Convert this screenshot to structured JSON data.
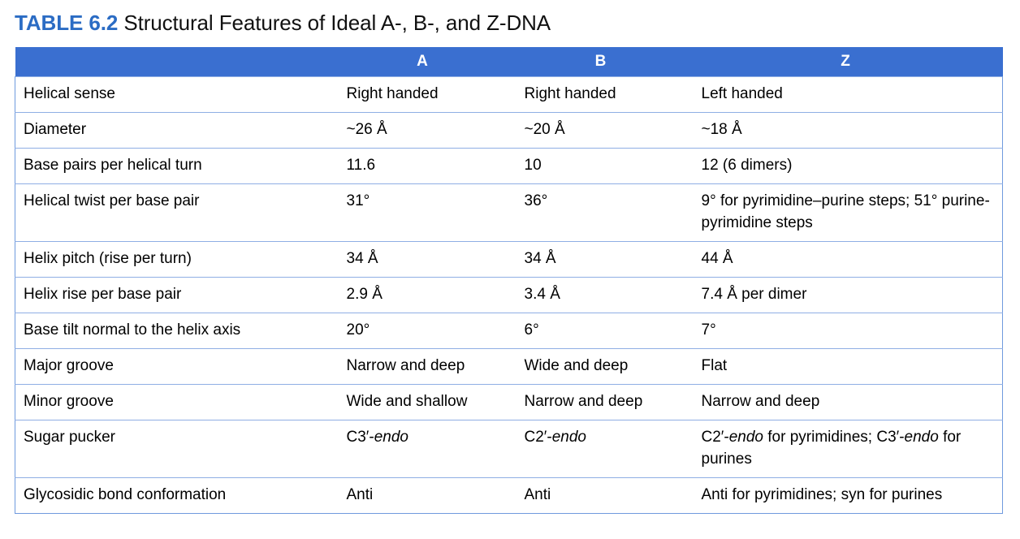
{
  "caption": {
    "label": "TABLE 6.2",
    "text": " Structural Features of Ideal A-, B-, and Z-DNA",
    "label_color": "#2b6cc4"
  },
  "colors": {
    "header_blue": "#3a6fd0",
    "border_blue": "#8faee4",
    "text_black": "#000000"
  },
  "table": {
    "columns": [
      {
        "key": "feature",
        "label": ""
      },
      {
        "key": "a",
        "label": "A"
      },
      {
        "key": "b",
        "label": "B"
      },
      {
        "key": "z",
        "label": "Z"
      }
    ],
    "rows": [
      {
        "feature": "Helical sense",
        "a": "Right handed",
        "b": "Right handed",
        "z": "Left handed"
      },
      {
        "feature": "Diameter",
        "a": "~26 Å",
        "b": "~20 Å",
        "z": "~18 Å"
      },
      {
        "feature": "Base pairs per helical turn",
        "a": "11.6",
        "b": "10",
        "z": "12 (6 dimers)"
      },
      {
        "feature": "Helical twist per base pair",
        "a": "31°",
        "b": "36°",
        "z": "9° for pyrimidine–purine steps; 51° purine-pyrimidine steps"
      },
      {
        "feature": "Helix pitch (rise per turn)",
        "a": "34 Å",
        "b": "34 Å",
        "z": "44 Å"
      },
      {
        "feature": "Helix rise per base pair",
        "a": "2.9 Å",
        "b": "3.4 Å",
        "z": "7.4 Å per dimer"
      },
      {
        "feature": "Base tilt normal to the helix axis",
        "a": "20°",
        "b": "6°",
        "z": "7°"
      },
      {
        "feature": "Major groove",
        "a": "Narrow and deep",
        "b": "Wide and deep",
        "z": "Flat"
      },
      {
        "feature": "Minor groove",
        "a": "Wide and shallow",
        "b": "Narrow and deep",
        "z": "Narrow and deep"
      },
      {
        "feature": "Sugar pucker",
        "a": "C3′-endo",
        "b": "C2′-endo",
        "z": "C2′-endo for pyrimidines; C3′-endo for purines"
      },
      {
        "feature": "Glycosidic bond conformation",
        "a": "Anti",
        "b": "Anti",
        "z": "Anti for pyrimidines; syn for purines"
      }
    ]
  }
}
